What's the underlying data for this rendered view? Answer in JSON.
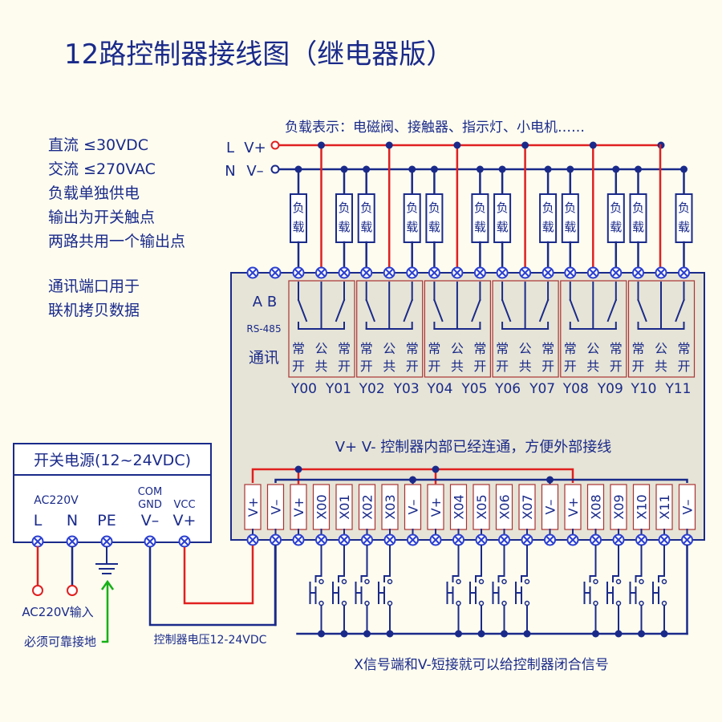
{
  "title": "12路控制器接线图（继电器版）",
  "load_note": "负载表示：电磁阀、接触器、指示灯、小电机……",
  "specs": [
    "直流 ≤30VDC",
    "交流 ≤270VAC",
    "负载单独供电",
    "输出为开关触点",
    "两路共用一个输出点"
  ],
  "comm_note": [
    "通讯端口用于",
    "联机拷贝数据"
  ],
  "rails": {
    "l": "L",
    "vplus": "V+",
    "n": "N",
    "vminus": "V–"
  },
  "load_label": [
    "负",
    "载"
  ],
  "comm": {
    "ab": "A B",
    "rs485": "RS-485",
    "label": "通讯"
  },
  "relay_contact_labels": [
    [
      "常",
      "开"
    ],
    [
      "公",
      "共"
    ],
    [
      "常",
      "开"
    ]
  ],
  "outputs": [
    "Y00",
    "Y01",
    "Y02",
    "Y03",
    "Y04",
    "Y05",
    "Y06",
    "Y07",
    "Y08",
    "Y09",
    "Y10",
    "Y11"
  ],
  "internal_note": "V+ V- 控制器内部已经连通，方便外部接线",
  "input_terminals": [
    "V+",
    "V–",
    "V+",
    "X00",
    "X01",
    "X02",
    "X03",
    "V–",
    "V+",
    "X04",
    "X05",
    "X06",
    "X07",
    "V–",
    "V+",
    "X08",
    "X09",
    "X10",
    "X11",
    "V–"
  ],
  "psu": {
    "title": "开关电源(12~24VDC)",
    "ac_label": "AC220V",
    "l": "L",
    "n": "N",
    "pe": "PE",
    "com": "COM",
    "gnd": "GND",
    "vcc": "VCC",
    "vminus": "V–",
    "vplus": "V+"
  },
  "ac_input": "AC220V输入",
  "ground_note": "必须可靠接地",
  "ctrl_voltage": "控制器电压12-24VDC",
  "x_signal_note": "X信号端和V-短接就可以给控制器闭合信号",
  "colors": {
    "red": "#e02020",
    "blue": "#1a2a8a",
    "green": "#16b016",
    "terminal": "#2b3fd0",
    "box": "#e6e4d6",
    "cell": "#a33"
  }
}
